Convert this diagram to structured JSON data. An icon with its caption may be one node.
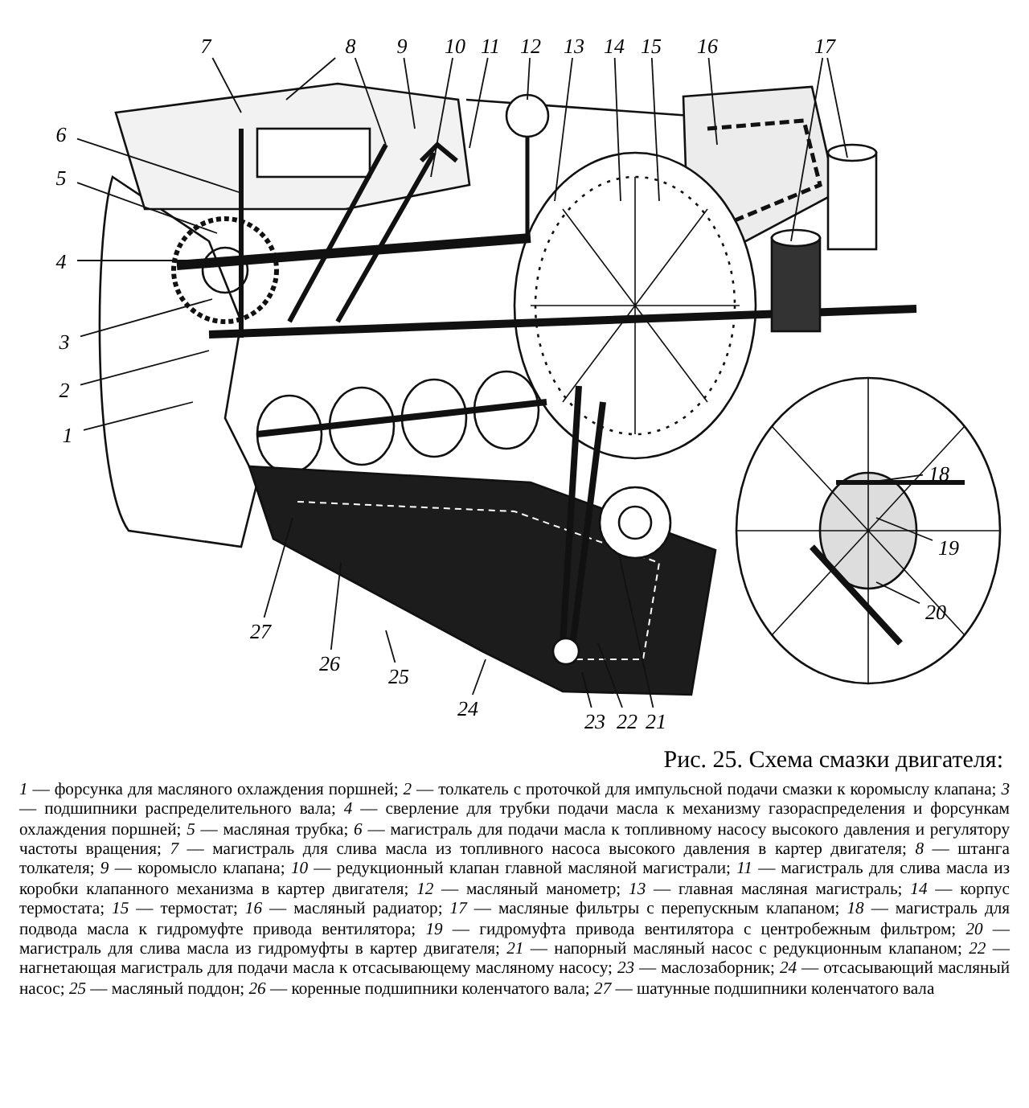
{
  "diagram": {
    "title": "Рис. 25. Схема смазки двигателя:",
    "caption": "*1* — форсунка для масляного охлаждения поршней; *2* — толкатель с проточкой для импульсной подачи смазки к коромыслу клапана; *3* — подшипники распределительного вала; *4* — сверление для трубки подачи масла к механизму газораспределения и форсункам охлаждения поршней; *5* — масляная трубка; *6* — магистраль для подачи масла к топливному насосу высокого давления и регулятору частоты вращения; *7* — магистраль для слива масла из топливного насоса высокого давления в картер двигателя; *8* — штанга толкателя; *9* — коромысло клапана; *10* — редукционный клапан главной масляной магистрали; *11* — магистраль для слива масла из коробки клапанного механизма в картер двигателя; *12* — масляный манометр; *13* — главная масляная магистраль; *14* — корпус термостата; *15* — термостат; *16* — масляный радиатор; *17* — масляные фильтры с перепускным клапаном; *18* — магистраль для подвода масла к гидромуфте привода вентилятора; *19* — гидромуфта привода вентилятора с центробежным фильтром; *20* — магистраль для слива масла из гидромуфты в картер двигателя; *21* — напорный масляный насос с редукционным клапаном; *22* — нагнетающая магистраль для подачи масла к отсасывающему масляному насосу; *23* — маслозаборник; *24* — отсасывающий масляный насос; *25* — масляный поддон; *26* — коренные подшипники коленчатого вала; *27* — шатунные подшипники коленчатого вала",
    "nodes": [
      {
        "text": [
          "1"
        ]
      },
      {
        "text": [
          "2"
        ]
      },
      {
        "text": [
          "3"
        ]
      },
      {
        "text": [
          "4"
        ]
      },
      {
        "text": [
          "5"
        ]
      },
      {
        "text": [
          "6"
        ]
      },
      {
        "text": [
          "7"
        ]
      },
      {
        "text": [
          "8"
        ]
      },
      {
        "text": [
          "9"
        ]
      },
      {
        "text": [
          "10"
        ]
      },
      {
        "text": [
          "11"
        ]
      },
      {
        "text": [
          "12"
        ]
      },
      {
        "text": [
          "13"
        ]
      },
      {
        "text": [
          "14"
        ]
      },
      {
        "text": [
          "15"
        ]
      },
      {
        "text": [
          "16"
        ]
      },
      {
        "text": [
          "17"
        ]
      },
      {
        "text": [
          "18"
        ]
      },
      {
        "text": [
          "19"
        ]
      },
      {
        "text": [
          "20"
        ]
      },
      {
        "text": [
          "21"
        ]
      },
      {
        "text": [
          "22"
        ]
      },
      {
        "text": [
          "23"
        ]
      },
      {
        "text": [
          "24"
        ]
      },
      {
        "text": [
          "25"
        ]
      },
      {
        "text": [
          "26"
        ]
      },
      {
        "text": [
          "27"
        ]
      }
    ],
    "edges": [
      {
        "from": 0,
        "to": null,
        "arrow": "none"
      },
      {
        "from": 1,
        "to": null,
        "arrow": "none"
      },
      {
        "from": 2,
        "to": null,
        "arrow": "none"
      },
      {
        "from": 3,
        "to": null,
        "arrow": "none"
      },
      {
        "from": 4,
        "to": null,
        "arrow": "none"
      },
      {
        "from": 5,
        "to": null,
        "arrow": "none"
      },
      {
        "from": 6,
        "to": null,
        "arrow": "none"
      },
      {
        "from": 7,
        "to": null,
        "arrow": "none"
      },
      {
        "from": 7,
        "to": null,
        "arrow": "none"
      },
      {
        "from": 8,
        "to": null,
        "arrow": "none"
      },
      {
        "from": 9,
        "to": null,
        "arrow": "none"
      },
      {
        "from": 10,
        "to": null,
        "arrow": "none"
      },
      {
        "from": 11,
        "to": null,
        "arrow": "none"
      },
      {
        "from": 12,
        "to": null,
        "arrow": "none"
      },
      {
        "from": 13,
        "to": null,
        "arrow": "none"
      },
      {
        "from": 14,
        "to": null,
        "arrow": "none"
      },
      {
        "from": 15,
        "to": null,
        "arrow": "none"
      },
      {
        "from": 16,
        "to": null,
        "arrow": "none"
      },
      {
        "from": 16,
        "to": null,
        "arrow": "none"
      },
      {
        "from": 17,
        "to": null,
        "arrow": "none"
      },
      {
        "from": 18,
        "to": null,
        "arrow": "none"
      },
      {
        "from": 19,
        "to": null,
        "arrow": "none"
      },
      {
        "from": 20,
        "to": null,
        "arrow": "none"
      },
      {
        "from": 21,
        "to": null,
        "arrow": "none"
      },
      {
        "from": 22,
        "to": null,
        "arrow": "none"
      },
      {
        "from": 23,
        "to": null,
        "arrow": "none"
      },
      {
        "from": 24,
        "to": null,
        "arrow": "none"
      },
      {
        "from": 25,
        "to": null,
        "arrow": "none"
      },
      {
        "from": 26,
        "to": null,
        "arrow": "none"
      }
    ]
  }
}
